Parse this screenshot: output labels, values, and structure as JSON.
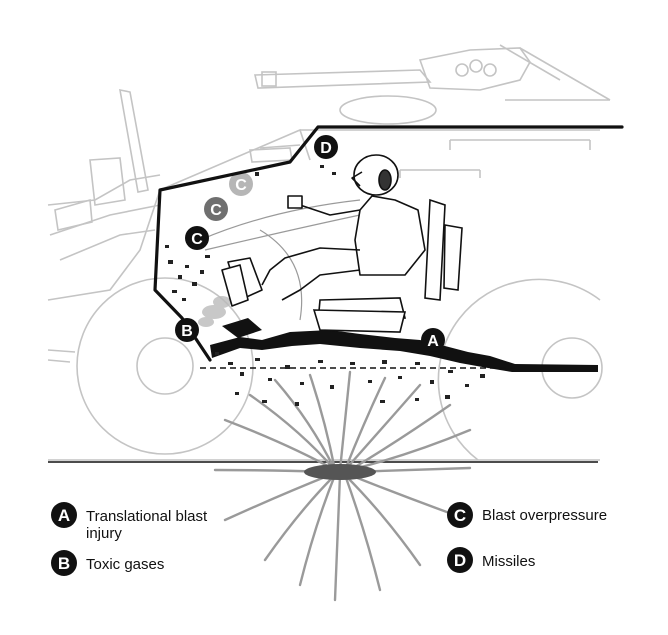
{
  "markers": {
    "a": "A",
    "b": "B",
    "c": "C",
    "d": "D"
  },
  "legend": {
    "a_line1": "Translational blast",
    "a_line2": "injury",
    "b": "Toxic gases",
    "c": "Blast overpressure",
    "d": "Missiles"
  },
  "colors": {
    "ink": "#111111",
    "vehicle_outline": "#bdbdbd",
    "blast_plume": "#9a9a9a",
    "badge_fill": "#111111",
    "badge_text": "#ffffff"
  }
}
